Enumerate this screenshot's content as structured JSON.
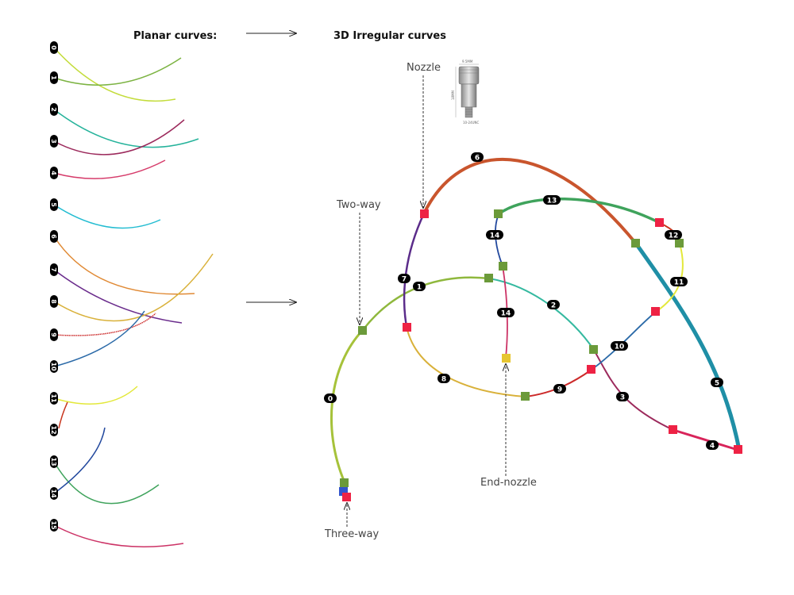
{
  "headers": {
    "planar": "Planar curves:",
    "irregular": "3D Irregular curves"
  },
  "callouts": {
    "nozzle": "Nozzle",
    "two_way": "Two-way",
    "end_nozzle": "End-nozzle",
    "three_way": "Three-way"
  },
  "planar_curves": [
    {
      "index": "0",
      "color": "#9acd32"
    },
    {
      "index": "1",
      "color": "#7cb342"
    },
    {
      "index": "2",
      "color": "#26b39b"
    },
    {
      "index": "3",
      "color": "#9c2a5c"
    },
    {
      "index": "4",
      "color": "#d63c6b"
    },
    {
      "index": "5",
      "color": "#22bcd1"
    },
    {
      "index": "6",
      "color": "#e08a35"
    },
    {
      "index": "7",
      "color": "#6a2c8c"
    },
    {
      "index": "8",
      "color": "#d9b13a"
    },
    {
      "index": "9",
      "color": "#cc2a2a"
    },
    {
      "index": "10",
      "color": "#2b6aa8"
    },
    {
      "index": "11",
      "color": "#e3e83a"
    },
    {
      "index": "12",
      "color": "#c8351d"
    },
    {
      "index": "13",
      "color": "#3fa35c"
    },
    {
      "index": "14",
      "color": "#23499e"
    },
    {
      "index": "15",
      "color": "#cc3366"
    }
  ],
  "segment_labels": [
    "0",
    "1",
    "2",
    "3",
    "4",
    "5",
    "6",
    "7",
    "8",
    "9",
    "10",
    "11",
    "12",
    "13",
    "14",
    "14"
  ],
  "joint_colors": {
    "junction": "#6b9a3a",
    "nozzle": "#ee2244",
    "end_nozzle": "#e6c530",
    "three_way_base": "#3355cc"
  },
  "nozzle_image": {
    "top_dim": "9.5MM",
    "side_dim": "18MM",
    "bottom_dim": "10-24UNC"
  }
}
